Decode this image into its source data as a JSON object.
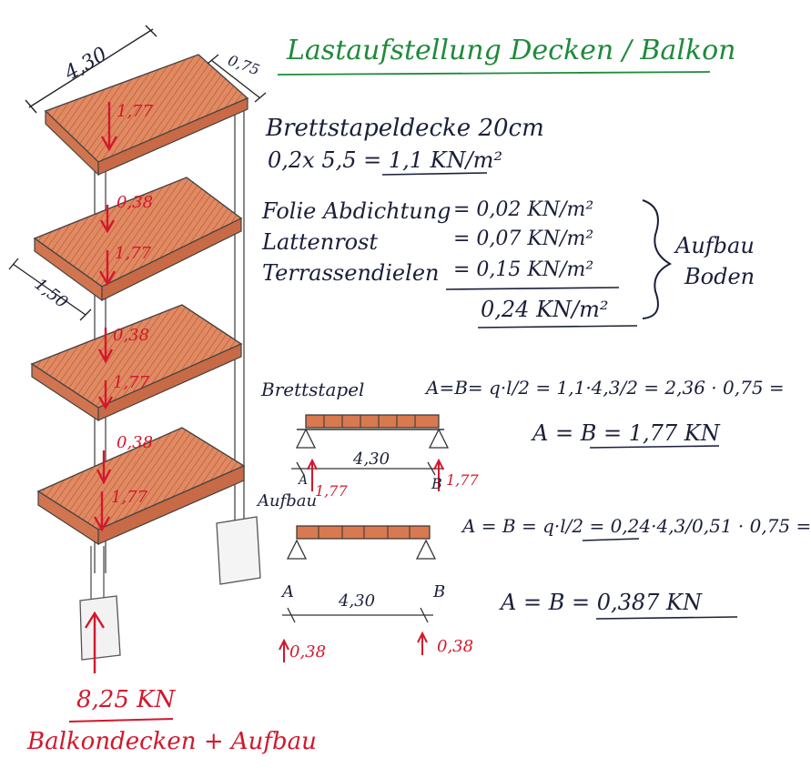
{
  "title": "Lastaufstellung Decken / Balkon",
  "dims": {
    "length": "4,30",
    "depth": "0,75",
    "side": "1,50"
  },
  "slab_loads": [
    "1,77",
    "0,38",
    "1,77",
    "0,38",
    "1,77",
    "0,38",
    "1,77"
  ],
  "base_total": {
    "value": "8,25 KN",
    "caption": "Balkondecken + Aufbau"
  },
  "slab": {
    "heading": "Brettstapeldecke 20cm",
    "formula": "0,2x 5,5 = 1,1 KN/m²"
  },
  "buildup": {
    "rows": [
      {
        "label": "Folie Abdichtung",
        "value": "= 0,02 KN/m²"
      },
      {
        "label": "Lattenrost",
        "value": "= 0,07 KN/m²"
      },
      {
        "label": "Terrassendielen",
        "value": "= 0,15 KN/m²"
      }
    ],
    "sum": "0,24 KN/m²",
    "brace_label_1": "Aufbau",
    "brace_label_2": "Boden"
  },
  "beam1": {
    "label": "Brettstapel",
    "span": "4,30",
    "left_support": "A",
    "right_support": "B",
    "left_reaction": "1,77",
    "right_reaction": "1,77",
    "formula": "A=B= q·l/2 = 1,1·4,3/2 = 2,36 · 0,75 =",
    "result": "A = B = 1,77 KN"
  },
  "beam2": {
    "label": "Aufbau",
    "span": "4,30",
    "left_support": "A",
    "right_support": "B",
    "left_reaction": "0,38",
    "right_reaction": "0,38",
    "formula": "A = B = q·l/2 = 0,24·4,3/0,51 · 0,75 =",
    "result": "A = B = 0,387 KN"
  },
  "colors": {
    "ink": "#1a1f3a",
    "title": "#1e8a3a",
    "load": "#d2182c",
    "slab": "#d9794f",
    "slab_edge": "#a85034"
  }
}
